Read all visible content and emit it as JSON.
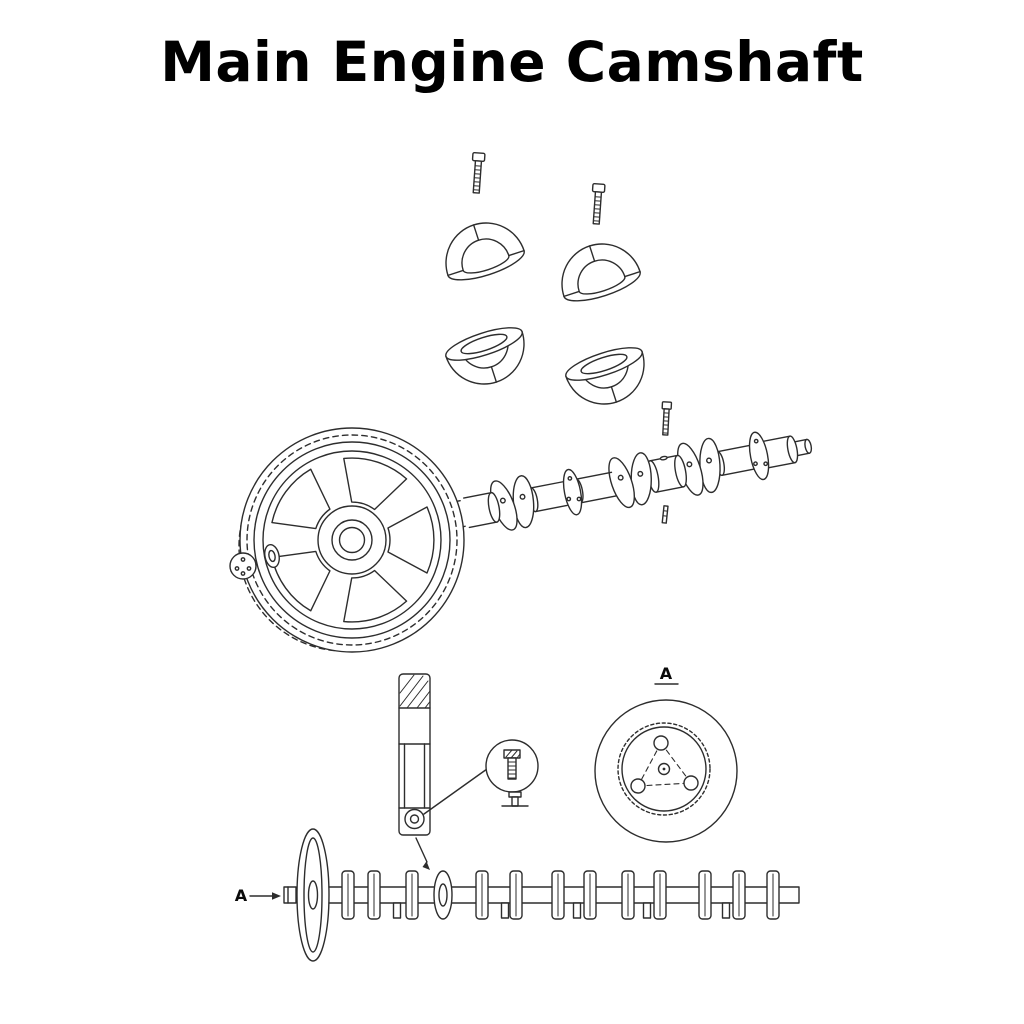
{
  "title": "Main Engine Camshaft",
  "diagram": {
    "labels": {
      "detail_view": "A",
      "side_view": "A"
    },
    "colors": {
      "line": "#2d2d2d",
      "background": "#ffffff",
      "text": "#000000"
    }
  }
}
